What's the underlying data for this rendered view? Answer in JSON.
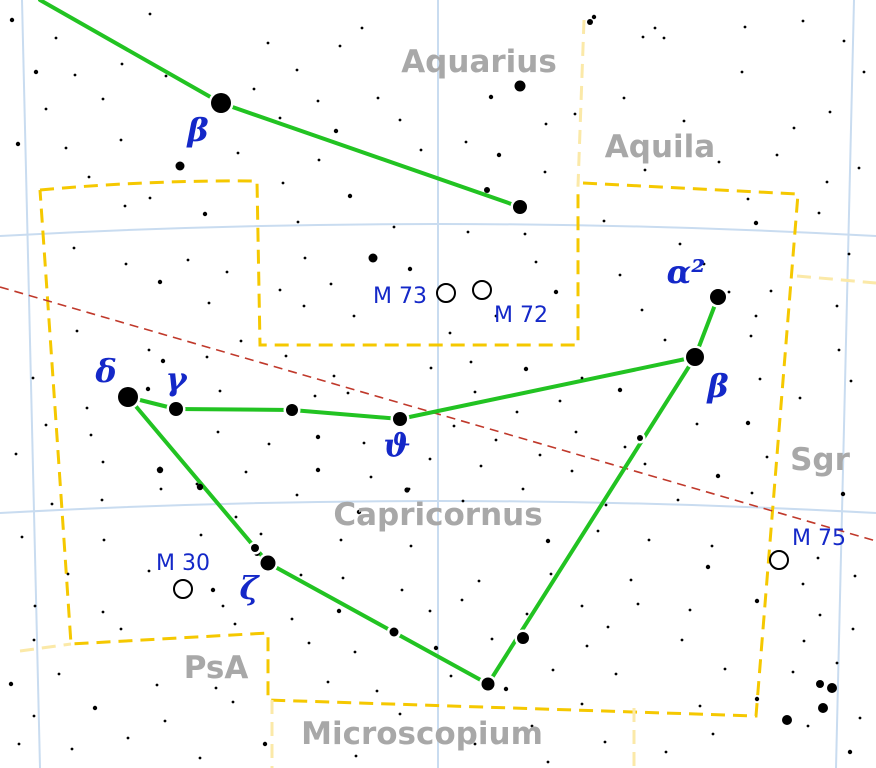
{
  "colors": {
    "background": "#ffffff",
    "grid": "#c9dcf0",
    "boundary": "#f5c800",
    "boundary_faint": "#fbe9a8",
    "ecliptic": "#c0392b",
    "figure": "#22c322",
    "star": "#000000",
    "constellation_name": "#a8a8a8",
    "label": "#1428c8"
  },
  "constellation_names": [
    {
      "text": "Aquarius"
    },
    {
      "text": "Aquila"
    },
    {
      "text": "Sgr"
    },
    {
      "text": "Capricornus"
    },
    {
      "text": "PsA"
    },
    {
      "text": "Microscopium"
    }
  ],
  "star_labels": [
    {
      "text": "β"
    },
    {
      "text": "α²"
    },
    {
      "text": "β"
    },
    {
      "text": "δ"
    },
    {
      "text": "γ"
    },
    {
      "text": "ϑ"
    },
    {
      "text": "ζ"
    }
  ],
  "deep_sky_objects": [
    {
      "text": "M 73"
    },
    {
      "text": "M 72"
    },
    {
      "text": "M 30"
    },
    {
      "text": "M 75"
    }
  ]
}
